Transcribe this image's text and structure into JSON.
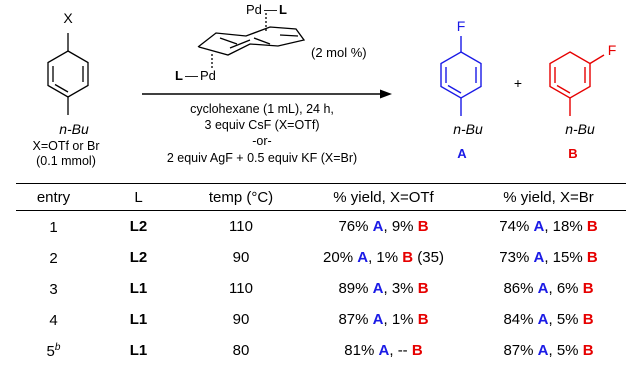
{
  "scheme": {
    "substrate": {
      "group": "X",
      "substituent": "n-Bu",
      "x_label": "X=OTf or Br",
      "amount": "(0.1 mmol)"
    },
    "catalyst": {
      "metal_top": "Pd",
      "ligand_top": "L",
      "metal_bottom": "Pd",
      "ligand_bottom": "L",
      "loading": "(2 mol %)"
    },
    "conditions": [
      "cyclohexane (1 mL), 24 h,",
      "3 equiv CsF (X=OTf)",
      "-or-",
      "2 equiv AgF + 0.5 equiv KF (X=Br)"
    ],
    "product_a": {
      "atom": "F",
      "substituent": "n-Bu",
      "label": "A",
      "color": "#1a1ae6"
    },
    "plus": "+",
    "product_b": {
      "atom": "F",
      "substituent": "n-Bu",
      "label": "B",
      "color": "#e60000"
    }
  },
  "table": {
    "headers": [
      "entry",
      "L",
      "temp (°C)",
      "% yield, X=OTf",
      "% yield, X=Br"
    ],
    "rows": [
      {
        "entry": "1",
        "sup": "",
        "ligand": "L2",
        "temp": "110",
        "otf_a": "76%",
        "otf_b": "9%",
        "otf_extra": "",
        "br_a": "74%",
        "br_b": "18%"
      },
      {
        "entry": "2",
        "sup": "",
        "ligand": "L2",
        "temp": "90",
        "otf_a": "20%",
        "otf_b": "1%",
        "otf_extra": " (35)",
        "br_a": "73%",
        "br_b": "15%"
      },
      {
        "entry": "3",
        "sup": "",
        "ligand": "L1",
        "temp": "110",
        "otf_a": "89%",
        "otf_b": "3%",
        "otf_extra": "",
        "br_a": "86%",
        "br_b": "6%"
      },
      {
        "entry": "4",
        "sup": "",
        "ligand": "L1",
        "temp": "90",
        "otf_a": "87%",
        "otf_b": "1%",
        "otf_extra": "",
        "br_a": "84%",
        "br_b": "5%"
      },
      {
        "entry": "5",
        "sup": "b",
        "ligand": "L1",
        "temp": "80",
        "otf_a": "81%",
        "otf_b": "--",
        "otf_extra": "",
        "br_a": "87%",
        "br_b": "5%"
      }
    ],
    "product_a_label": "A",
    "product_b_label": "B"
  }
}
